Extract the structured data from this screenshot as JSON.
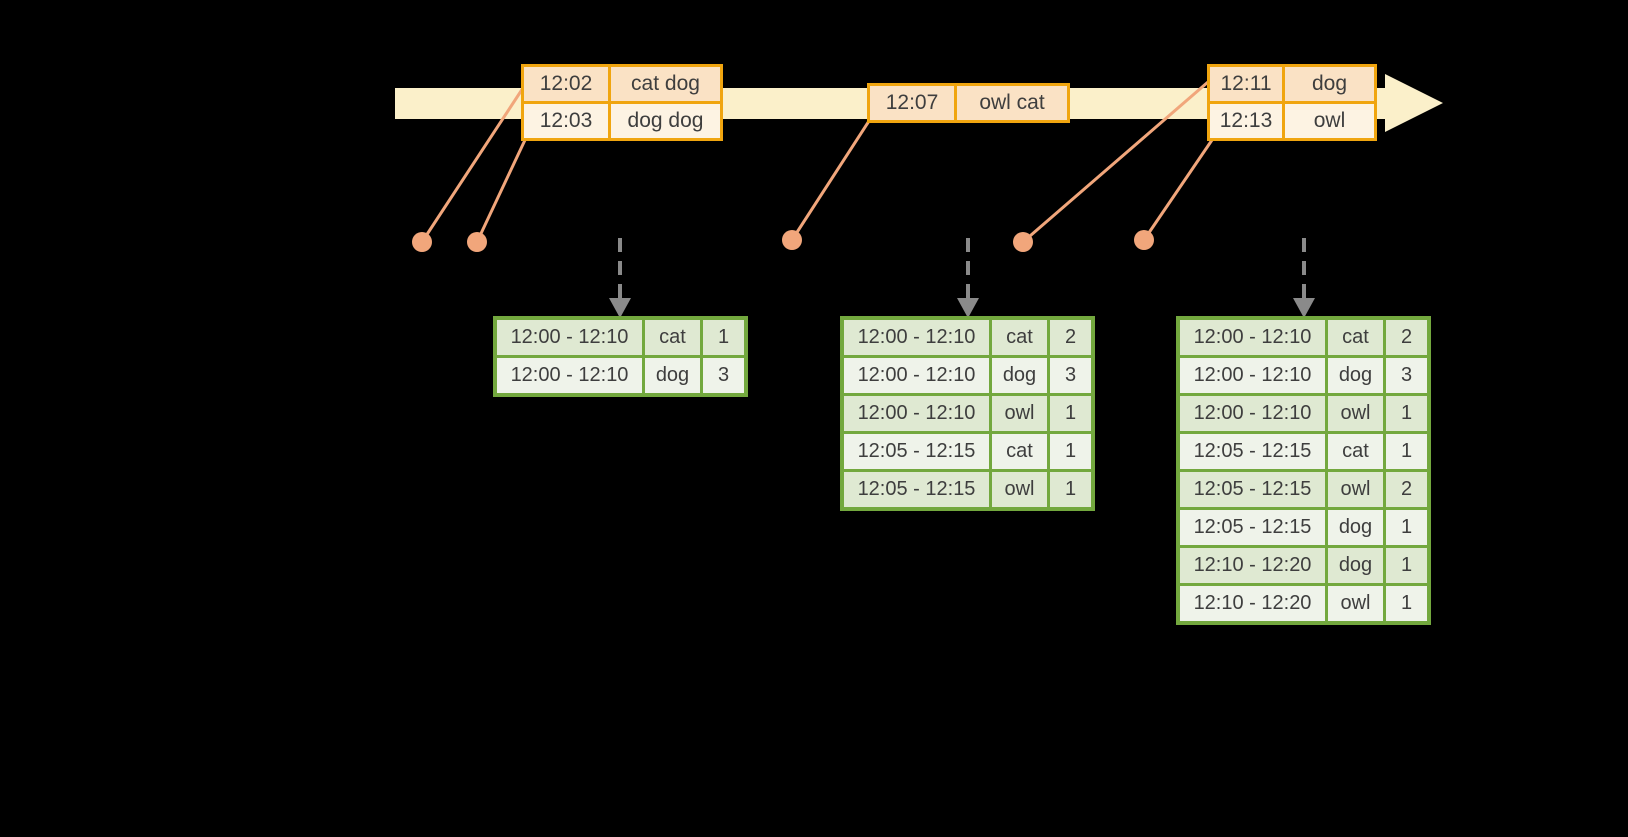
{
  "colors": {
    "background": "#000000",
    "band": "#FBF0CA",
    "orange_border": "#F0A50F",
    "peach": "#FAE2C5",
    "cream": "#FDF3E3",
    "salmon": "#F1A67B",
    "arrow_gray": "#8A8A8A",
    "green_border": "#73A83E",
    "green_row_dark": "#DFE9D2",
    "green_row_light": "#EFF3EA",
    "text": "#3E3E3E"
  },
  "event_tables": [
    {
      "rows": [
        [
          "12:02",
          "cat dog"
        ],
        [
          "12:03",
          "dog dog"
        ]
      ]
    },
    {
      "rows": [
        [
          "12:07",
          "owl cat"
        ]
      ]
    },
    {
      "rows": [
        [
          "12:11",
          "dog"
        ],
        [
          "12:13",
          "owl"
        ]
      ]
    }
  ],
  "result_tables": [
    {
      "rows": [
        [
          "12:00 - 12:10",
          "cat",
          "1"
        ],
        [
          "12:00 - 12:10",
          "dog",
          "3"
        ]
      ]
    },
    {
      "rows": [
        [
          "12:00 - 12:10",
          "cat",
          "2"
        ],
        [
          "12:00 - 12:10",
          "dog",
          "3"
        ],
        [
          "12:00 - 12:10",
          "owl",
          "1"
        ],
        [
          "12:05 - 12:15",
          "cat",
          "1"
        ],
        [
          "12:05 - 12:15",
          "owl",
          "1"
        ]
      ]
    },
    {
      "rows": [
        [
          "12:00 - 12:10",
          "cat",
          "2"
        ],
        [
          "12:00 - 12:10",
          "dog",
          "3"
        ],
        [
          "12:00 - 12:10",
          "owl",
          "1"
        ],
        [
          "12:05 - 12:15",
          "cat",
          "1"
        ],
        [
          "12:05 - 12:15",
          "owl",
          "2"
        ],
        [
          "12:05 - 12:15",
          "dog",
          "1"
        ],
        [
          "12:10 - 12:20",
          "dog",
          "1"
        ],
        [
          "12:10 - 12:20",
          "owl",
          "1"
        ]
      ]
    }
  ]
}
